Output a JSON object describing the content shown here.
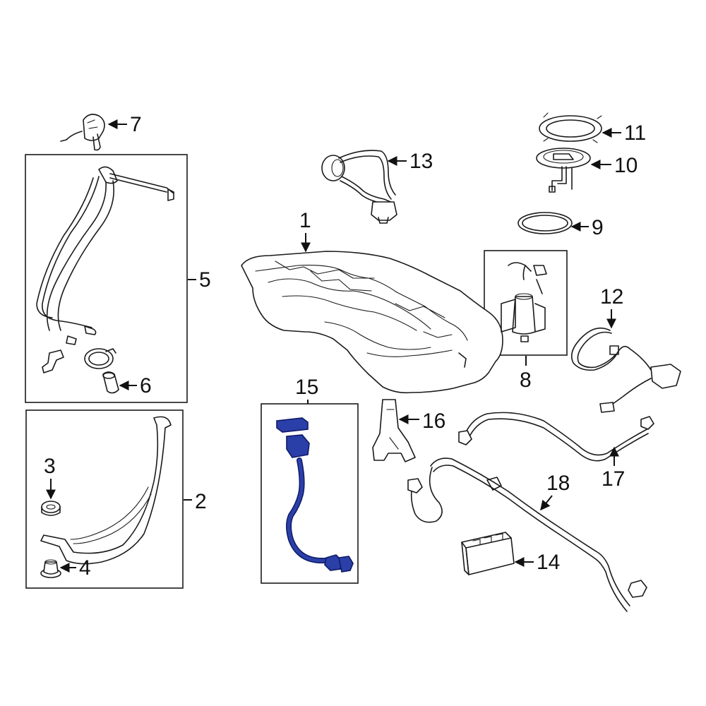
{
  "diagram": {
    "callouts": {
      "c1": "1",
      "c2": "2",
      "c3": "3",
      "c4": "4",
      "c5": "5",
      "c6": "6",
      "c7": "7",
      "c8": "8",
      "c9": "9",
      "c10": "10",
      "c11": "11",
      "c12": "12",
      "c13": "13",
      "c14": "14",
      "c15": "15",
      "c16": "16",
      "c17": "17",
      "c18": "18"
    },
    "colors": {
      "line": "#1a1a1a",
      "highlight": "#2b3fa8",
      "highlight_dark": "#0f1a66",
      "background": "#ffffff"
    }
  }
}
